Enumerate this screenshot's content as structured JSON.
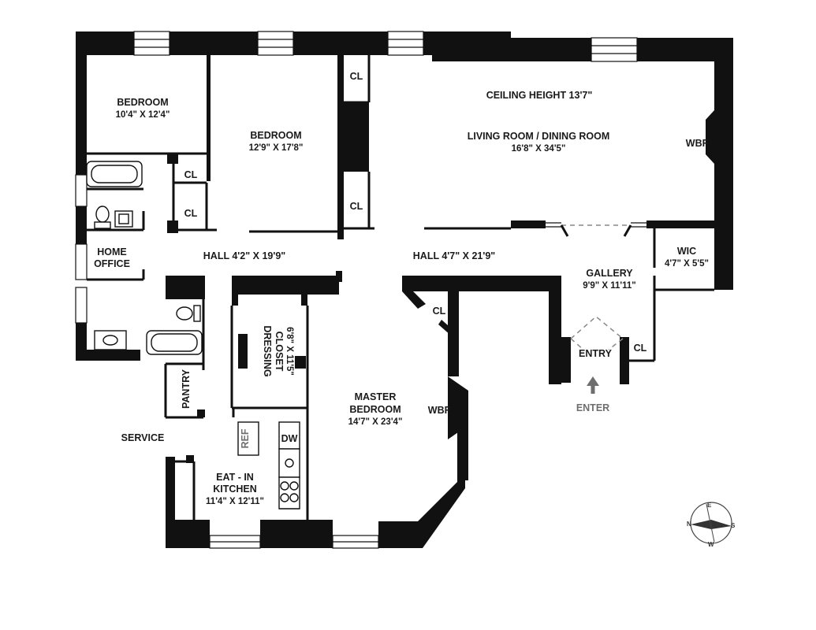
{
  "rooms": {
    "bedroom1": {
      "name": "BEDROOM",
      "dims": "10'4\" X 12'4\""
    },
    "bedroom2": {
      "name": "BEDROOM",
      "dims": "12'9\" X 17'8\""
    },
    "living": {
      "ceiling": "CEILING HEIGHT 13'7\"",
      "name": "LIVING ROOM  / DINING ROOM",
      "dims": "16'8\" X 34'5\""
    },
    "home_office": {
      "line1": "HOME",
      "line2": "OFFICE"
    },
    "hall_left": {
      "label": "HALL 4'2\" X 19'9\""
    },
    "hall_right": {
      "label": "HALL 4'7\" X 21'9\""
    },
    "gallery": {
      "name": "GALLERY",
      "dims": "9'9\" X 11'11\""
    },
    "wic": {
      "name": "WIC",
      "dims": "4'7\" X 5'5\""
    },
    "entry": {
      "name": "ENTRY",
      "enter": "ENTER"
    },
    "dressing": {
      "line1": "DRESSING",
      "line2": "CLOSET",
      "dims": "6'8\" X 11'5\""
    },
    "master": {
      "line1": "MASTER",
      "line2": "BEDROOM",
      "dims": "14'7\" X 23'4\""
    },
    "pantry": {
      "name": "PANTRY"
    },
    "service": {
      "name": "SERVICE"
    },
    "kitchen": {
      "line1": "EAT - IN",
      "line2": "KITCHEN",
      "dims": "11'4\" X 12'11\""
    }
  },
  "labels": {
    "cl": "CL",
    "wbf": "WBF",
    "ref": "REF",
    "dw": "DW"
  },
  "compass": {
    "n": "N",
    "e": "E",
    "s": "S",
    "w": "W"
  }
}
